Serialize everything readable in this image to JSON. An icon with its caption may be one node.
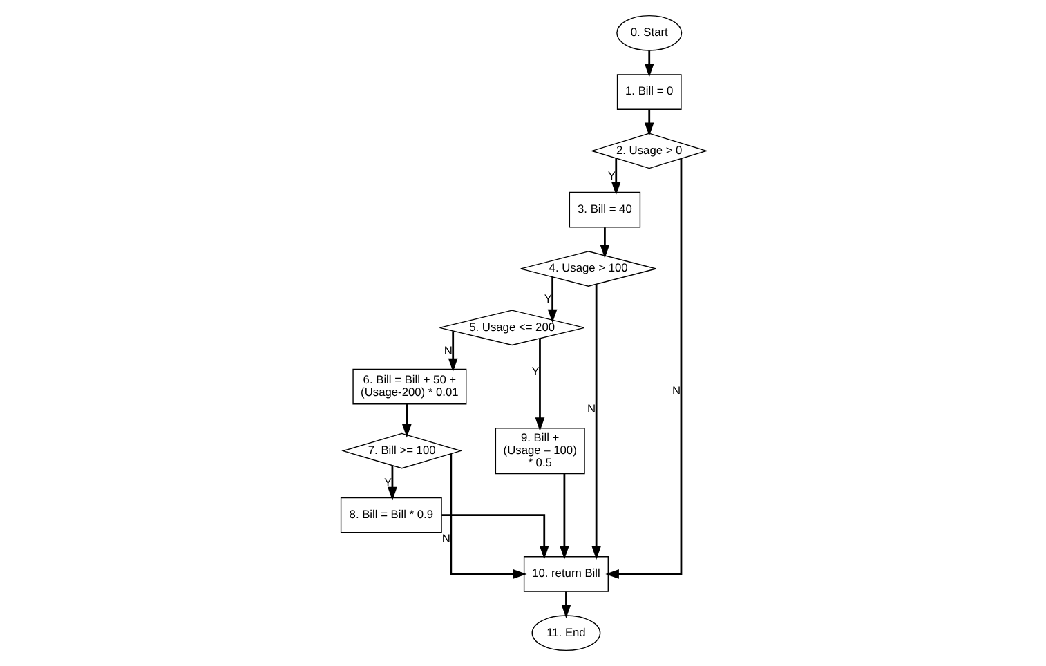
{
  "diagram": {
    "nodes": [
      {
        "text": [
          "0. Start"
        ]
      },
      {
        "text": [
          "1. Bill = 0"
        ]
      },
      {
        "text": [
          "2. Usage > 0"
        ]
      },
      {
        "text": [
          "3. Bill = 40"
        ]
      },
      {
        "text": [
          "4. Usage > 100"
        ]
      },
      {
        "text": [
          "5. Usage <= 200"
        ]
      },
      {
        "text": [
          "6. Bill = Bill + 50 + (Usage-200) * 0.01"
        ]
      },
      {
        "text": [
          "7. Bill >= 100"
        ]
      },
      {
        "text": [
          "8. Bill = Bill * 0.9"
        ]
      },
      {
        "text": [
          "9. Bill + (Usage – 100) * 0.5"
        ]
      },
      {
        "text": [
          "10. return Bill"
        ]
      },
      {
        "text": [
          "11. End"
        ]
      }
    ],
    "edges": [
      {
        "from": 0,
        "to": 1,
        "arrow": "to"
      },
      {
        "from": 1,
        "to": 2,
        "arrow": "to"
      },
      {
        "from": 2,
        "to": 3,
        "arrow": "to",
        "label": "Y"
      },
      {
        "from": 2,
        "to": 10,
        "arrow": "to",
        "label": "N"
      },
      {
        "from": 3,
        "to": 4,
        "arrow": "to"
      },
      {
        "from": 4,
        "to": 10,
        "arrow": "to",
        "label": "N"
      },
      {
        "from": 4,
        "to": 5,
        "arrow": "to",
        "label": "Y"
      },
      {
        "from": 5,
        "to": 6,
        "arrow": "to",
        "label": "N"
      },
      {
        "from": 5,
        "to": 9,
        "arrow": "to",
        "label": "Y"
      },
      {
        "from": 6,
        "to": 7,
        "arrow": "to"
      },
      {
        "from": 7,
        "to": 8,
        "arrow": "to",
        "label": "Y"
      },
      {
        "from": 7,
        "to": 10,
        "arrow": "to",
        "label": "N"
      },
      {
        "from": 8,
        "to": 10,
        "arrow": "to"
      },
      {
        "from": 9,
        "to": 10,
        "arrow": "to"
      },
      {
        "from": 10,
        "to": 11,
        "arrow": "to"
      }
    ]
  }
}
